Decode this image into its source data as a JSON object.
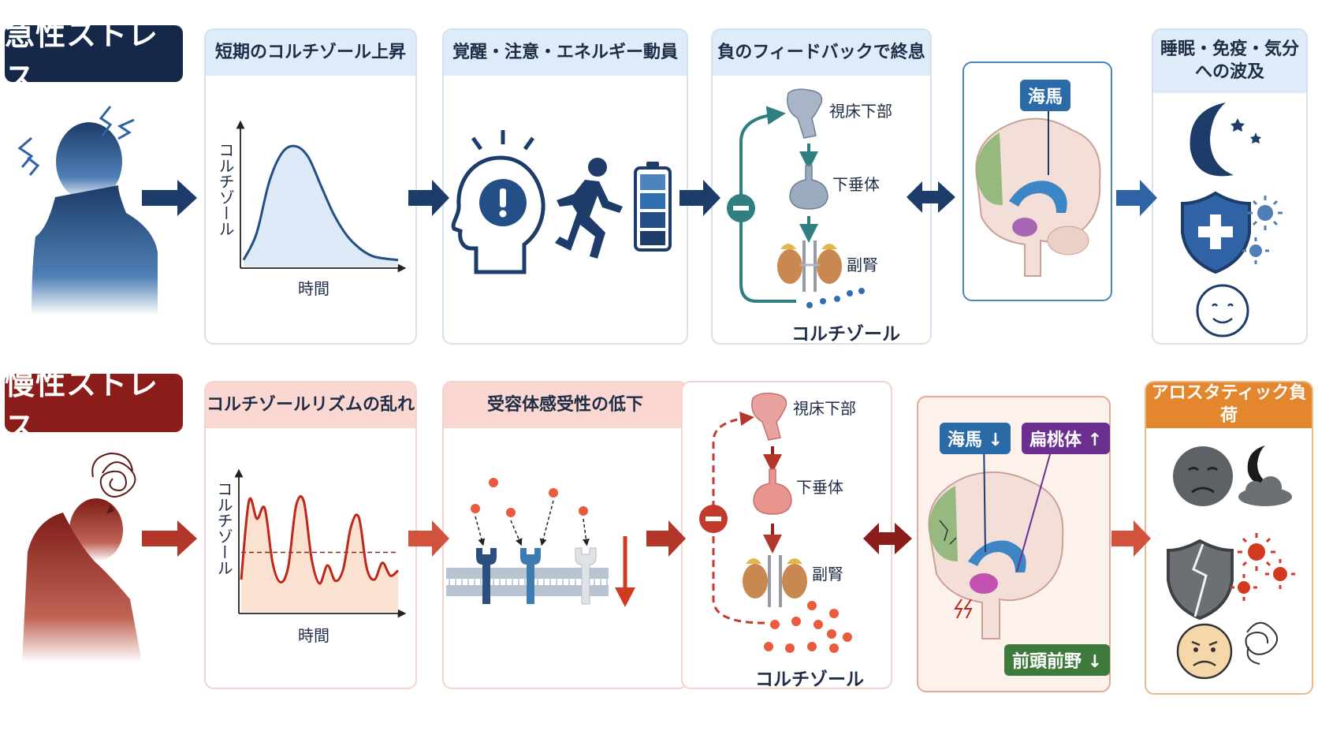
{
  "rows": {
    "acute": {
      "label": "急性ストレス",
      "steps": [
        "短期のコルチゾール上昇",
        "覚醒・注意・エネルギー動員",
        "負のフィードバックで終息",
        "睡眠・免疫・気分\nへの波及"
      ],
      "axes": {
        "y": "コルチゾール",
        "x": "時間"
      },
      "hpa": {
        "hypothalamus": "視床下部",
        "pituitary": "下垂体",
        "adrenal": "副腎",
        "cortisol": "コルチゾール"
      },
      "brain": {
        "hippocampus": "海馬"
      }
    },
    "chronic": {
      "label": "慢性ストレス",
      "steps": [
        "コルチゾールリズムの乱れ",
        "受容体感受性の低下",
        "",
        "アロスタティック負荷"
      ],
      "axes": {
        "y": "コルチゾール",
        "x": "時間"
      },
      "hpa": {
        "hypothalamus": "視床下部",
        "pituitary": "下垂体",
        "adrenal": "副腎",
        "cortisol": "コルチゾール"
      },
      "brain": {
        "hippocampus": "海馬 ↓",
        "amygdala": "扁桃体 ↑",
        "prefrontal": "前頭前野 ↓"
      }
    }
  },
  "colors": {
    "acute_dark": "#15284a",
    "acute_mid": "#244f86",
    "chronic_dark": "#8a1d1a",
    "chronic_mid": "#b3362b",
    "teal": "#2f7f80",
    "orange": "#e3862e"
  },
  "chart_data": [
    {
      "type": "area",
      "x": [
        0,
        0.5,
        1,
        1.5,
        2,
        2.5,
        3,
        3.5,
        4,
        4.5,
        5,
        5.5,
        6
      ],
      "series": [
        {
          "values": [
            0.5,
            2.5,
            6.5,
            8.7,
            9.2,
            8.4,
            6.2,
            4.0,
            2.4,
            1.4,
            0.8,
            0.6,
            0.5
          ]
        }
      ],
      "xlabel": "時間",
      "ylabel": "コルチゾール",
      "ylim": [
        0,
        10
      ]
    },
    {
      "type": "area",
      "x": [
        0,
        0.3,
        0.6,
        0.9,
        1.2,
        1.5,
        1.8,
        2.1,
        2.4,
        2.7,
        3.0,
        3.3,
        3.6,
        3.9,
        4.2,
        4.5,
        4.8,
        5.1,
        5.4,
        5.7,
        6.0
      ],
      "series": [
        {
          "values": [
            2.5,
            8.6,
            7.2,
            8.0,
            3.8,
            2.3,
            3.5,
            8.2,
            8.5,
            4.0,
            2.2,
            3.6,
            2.4,
            3.3,
            6.6,
            7.3,
            3.4,
            2.5,
            3.8,
            2.8,
            3.2
          ]
        }
      ],
      "xlabel": "時間",
      "ylabel": "コルチゾール",
      "ylim": [
        0,
        10
      ],
      "reference_line": 4.6
    }
  ],
  "icons": {
    "acute": [
      "stressed-person-icon",
      "alert-head-icon",
      "running-person-icon",
      "battery-icon",
      "hypothalamus-icon",
      "pituitary-icon",
      "adrenal-icon",
      "brain-icon",
      "moon-stars-icon",
      "shield-cross-icon",
      "virus-icon",
      "content-face-icon"
    ],
    "chronic": [
      "slumped-person-icon",
      "tangled-thought-icon",
      "receptor-membrane-icon",
      "down-arrow-icon",
      "brain-icon",
      "sad-face-icon",
      "moon-cloud-icon",
      "cracked-shield-icon",
      "virus-icon",
      "worried-face-icon"
    ]
  }
}
